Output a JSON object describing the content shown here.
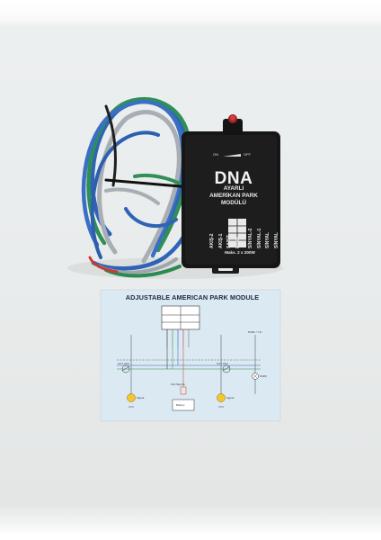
{
  "photo": {
    "device": {
      "brand": "DNA",
      "title_lines": [
        "AYARLI",
        "AMERİKAN PARK",
        "MODÜLÜ"
      ],
      "on_label": "ON",
      "off_label": "OFF",
      "pin_labels": [
        "AKIŞ-2",
        "AKIŞ-1",
        "SABİT",
        "PARK"
      ],
      "pin_sub_labels": [
        "SİNYAL-2",
        "SİNYAL-1",
        "SİNYAL",
        "SİNYAL"
      ],
      "rating": "Maks. 2 x 200W"
    },
    "wiring_sheet": {
      "title": "ADJUSTABLE AMERICAN PARK MODULE",
      "labels": {
        "left_signal": "Signal",
        "right_signal": "Signal",
        "left_cut": "CUT OFF",
        "right_cut": "CUT OFF",
        "battery": "Battery",
        "fuse": "10A Sigorta",
        "park": "PARK",
        "park_lamp": "PARK / Y.D."
      }
    },
    "colors": {
      "background": "#ebeded",
      "device_body": "#161616",
      "wire_blue": "#2f63b8",
      "wire_green": "#2f8f55",
      "wire_gray": "#a8aeb4",
      "sheet": "#dbe9f2"
    }
  }
}
